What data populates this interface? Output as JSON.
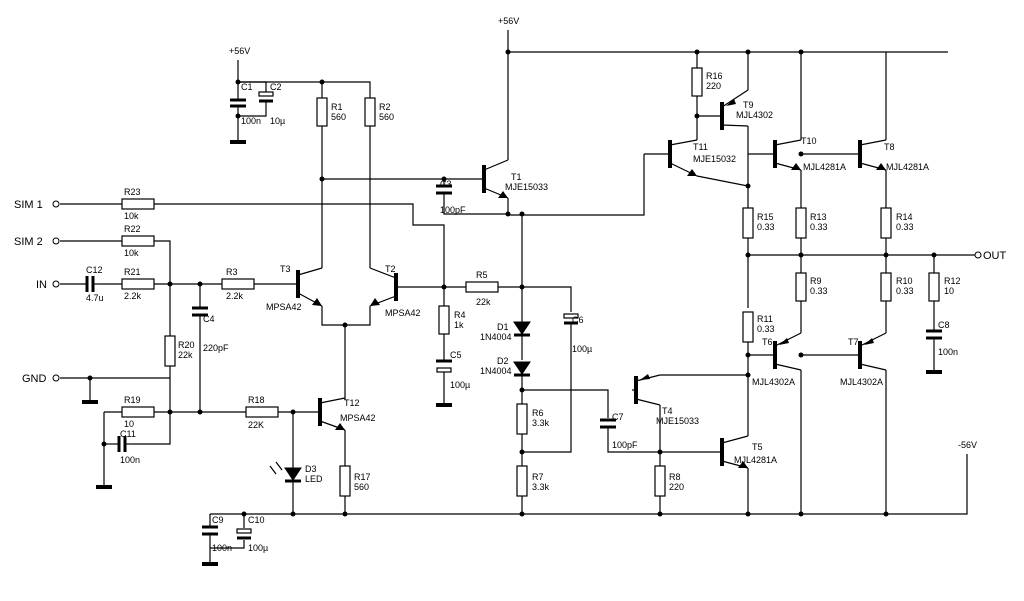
{
  "rails": {
    "pos": "+56V",
    "pos2": "+56V",
    "neg": "-56V"
  },
  "io": {
    "sim1": "SIM 1",
    "sim2": "SIM 2",
    "in": "IN",
    "gnd": "GND",
    "out": "OUT"
  },
  "resistors": {
    "r1": [
      "R1",
      "560"
    ],
    "r2": [
      "R2",
      "560"
    ],
    "r3": [
      "R3",
      "2.2k"
    ],
    "r4": [
      "R4",
      "1k"
    ],
    "r5": [
      "R5",
      "22k"
    ],
    "r6": [
      "R6",
      "3.3k"
    ],
    "r7": [
      "R7",
      "3.3k"
    ],
    "r8": [
      "R8",
      "220"
    ],
    "r9": [
      "R9",
      "0.33"
    ],
    "r10": [
      "R10",
      "0.33"
    ],
    "r11": [
      "R11",
      "0.33"
    ],
    "r12": [
      "R12",
      "10"
    ],
    "r13": [
      "R13",
      "0.33"
    ],
    "r14": [
      "R14",
      "0.33"
    ],
    "r15": [
      "R15",
      "0.33"
    ],
    "r16": [
      "R16",
      "220"
    ],
    "r17": [
      "R17",
      "560"
    ],
    "r18": [
      "R18",
      "22K"
    ],
    "r19": [
      "R19",
      "10"
    ],
    "r20": [
      "R20",
      "22k"
    ],
    "r21": [
      "R21",
      "2.2k"
    ],
    "r22": [
      "R22",
      "10k"
    ],
    "r23": [
      "R23",
      "10k"
    ]
  },
  "capacitors": {
    "c1": [
      "C1",
      "100n"
    ],
    "c2": [
      "C2",
      "10µ"
    ],
    "c3": [
      "C3",
      "100pF"
    ],
    "c4": [
      "C4",
      "220pF"
    ],
    "c5": [
      "C5",
      "100µ"
    ],
    "c6": [
      "C6",
      "100µ"
    ],
    "c7": [
      "C7",
      "100pF"
    ],
    "c8": [
      "C8",
      "100n"
    ],
    "c9": [
      "C9",
      "100n"
    ],
    "c10": [
      "C10",
      "100µ"
    ],
    "c11": [
      "C11",
      "100n"
    ],
    "c12": [
      "C12",
      "4.7u"
    ]
  },
  "diodes": {
    "d1": [
      "D1",
      "1N4004"
    ],
    "d2": [
      "D2",
      "1N4004"
    ],
    "d3": [
      "D3",
      "LED"
    ]
  },
  "transistors": {
    "t1": [
      "T1",
      "MJE15033"
    ],
    "t2": [
      "T2",
      "MPSA42"
    ],
    "t3": [
      "T3",
      "MPSA42"
    ],
    "t4": [
      "T4",
      "MJE15033"
    ],
    "t5": [
      "T5",
      "MJL4281A"
    ],
    "t6": [
      "T6",
      "MJL4302A"
    ],
    "t7": [
      "T7",
      "MJL4302A"
    ],
    "t8": [
      "T8",
      "MJL4281A"
    ],
    "t9": [
      "T9",
      "MJL4302"
    ],
    "t10": [
      "T10",
      "MJL4281A"
    ],
    "t11": [
      "T11",
      "MJE15032"
    ],
    "t12": [
      "T12",
      "MPSA42"
    ]
  }
}
